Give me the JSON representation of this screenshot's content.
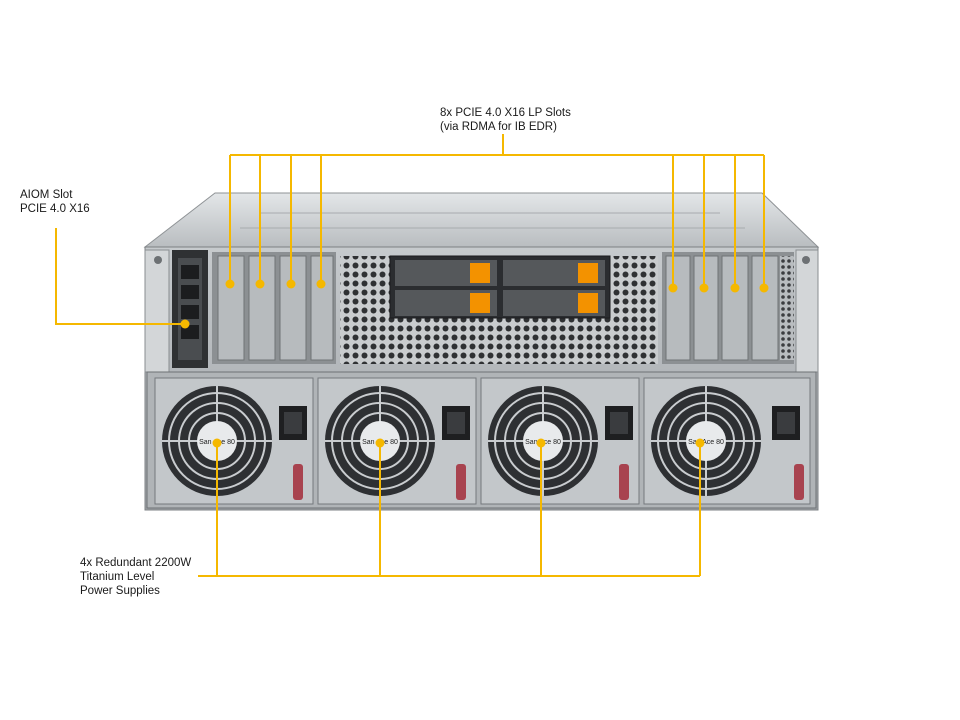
{
  "labels": {
    "pcie_slots": {
      "line1": "8x PCIE 4.0 X16 LP Slots",
      "line2": "(via RDMA for IB EDR)"
    },
    "aiom_slot": {
      "line1": "AIOM  Slot",
      "line2": "PCIE 4.0 X16"
    },
    "power_supplies": {
      "line1": "4x Redundant 2200W",
      "line2": "Titanium Level",
      "line3": "Power Supplies"
    }
  },
  "fan_text": "San Ace 80",
  "colors": {
    "callout": "#f5b800",
    "chassis_top": "#cfd3d6",
    "chassis_body": "#a9adb1",
    "chassis_dark": "#3a3c3f",
    "drive_handle": "#f39200",
    "psu_latch": "#a8434f"
  },
  "icons": [
    "fan-grille-icon",
    "power-inlet-icon",
    "drive-bay-icon",
    "mesh-vent-icon"
  ]
}
